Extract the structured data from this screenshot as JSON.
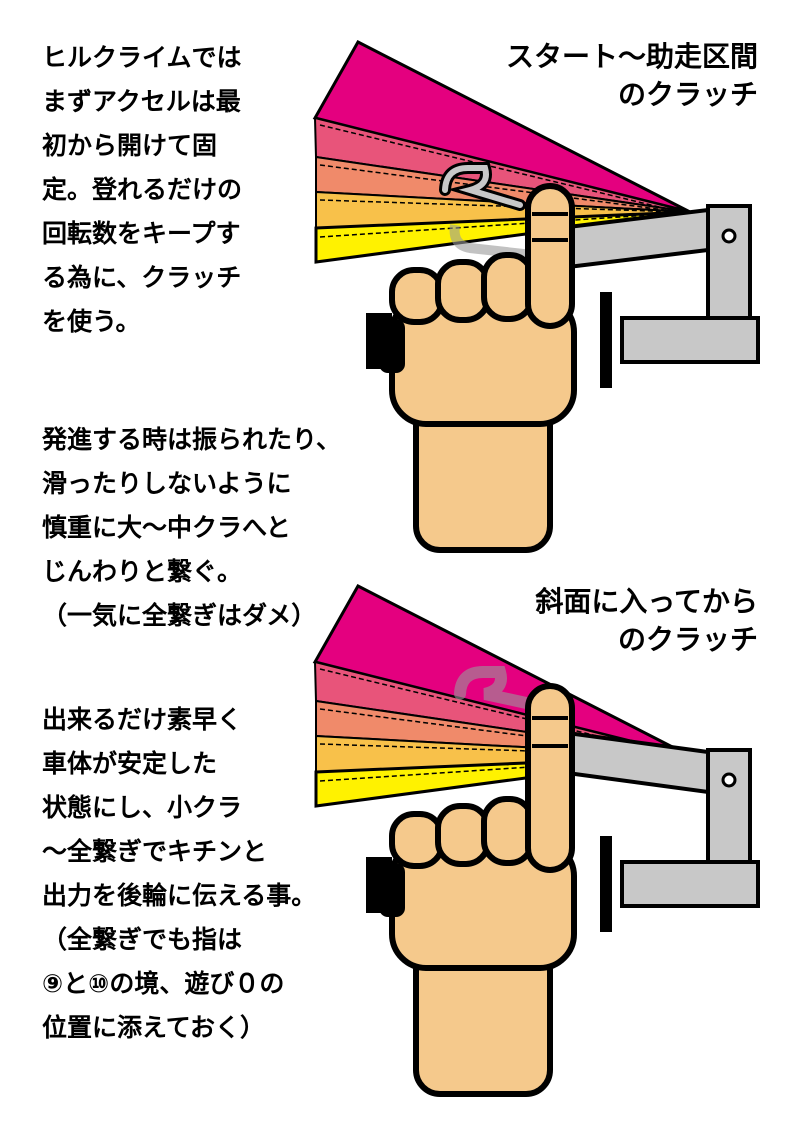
{
  "intro_lines": [
    "ヒルクライムでは",
    "まずアクセルは最",
    "初から開けて固",
    "定。登れるだけの",
    "回転数をキープす",
    "る為に、クラッチ",
    "を使う。"
  ],
  "start_lines": [
    "発進する時は振られたり、",
    "滑ったりしないように",
    "慎重に大〜中クラへと",
    "じんわりと繋ぐ。",
    "（一気に全繋ぎはダメ）"
  ],
  "slope_lines": [
    "出来るだけ素早く",
    "車体が安定した",
    "状態にし、小クラ",
    "〜全繋ぎでキチンと",
    "出力を後輪に伝える事。",
    "（全繋ぎでも指は",
    "⑨と⑩の境、遊び０の",
    "位置に添えておく）"
  ],
  "captions": {
    "top": [
      "スタート〜助走区間",
      "のクラッチ"
    ],
    "bottom": [
      "斜面に入ってから",
      "のクラッチ"
    ]
  },
  "colors": {
    "magenta": "#e4007f",
    "pink": "#e8547a",
    "salmon": "#f08a6a",
    "orange": "#f8c14a",
    "yellow": "#fff200",
    "skin": "#f5c98c",
    "lever": "#c8c8c8",
    "outline": "#000000"
  },
  "icons": {
    "hand": "hand-pulling-clutch-icon",
    "lever": "clutch-lever-icon",
    "fan": "clutch-range-fan-icon"
  }
}
